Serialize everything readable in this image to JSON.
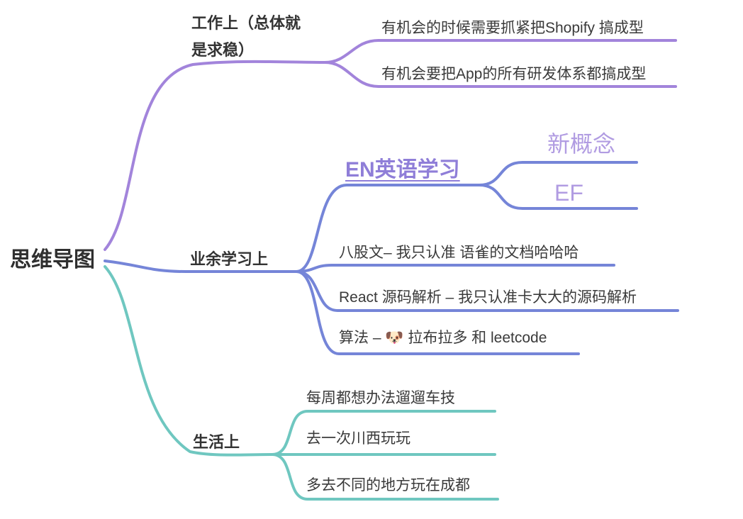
{
  "root": {
    "label": "思维导图"
  },
  "palette": {
    "work": "#a284db",
    "study": "#7585d8",
    "life": "#6fc7c0",
    "en_text": "#8f7ed8",
    "sub_text": "#b19ce2",
    "text": "#333333"
  },
  "branches": [
    {
      "label": "工作上（总体就是求稳）",
      "color": "#a284db",
      "children": [
        {
          "label": "有机会的时候需要抓紧把Shopify 搞成型"
        },
        {
          "label": "有机会要把App的所有研发体系都搞成型"
        }
      ]
    },
    {
      "label": "业余学习上",
      "color": "#7585d8",
      "children": [
        {
          "label": "EN英语学习",
          "children": [
            {
              "label": "新概念"
            },
            {
              "label": "EF"
            }
          ]
        },
        {
          "label": "八股文– 我只认准 语雀的文档哈哈哈"
        },
        {
          "label": "React 源码解析 – 我只认准卡大大的源码解析"
        },
        {
          "label": "算法 – 🐶 拉布拉多 和 leetcode"
        }
      ]
    },
    {
      "label": "生活上",
      "color": "#6fc7c0",
      "children": [
        {
          "label": "每周都想办法遛遛车技"
        },
        {
          "label": "去一次川西玩玩"
        },
        {
          "label": "多去不同的地方玩在成都"
        }
      ]
    }
  ]
}
